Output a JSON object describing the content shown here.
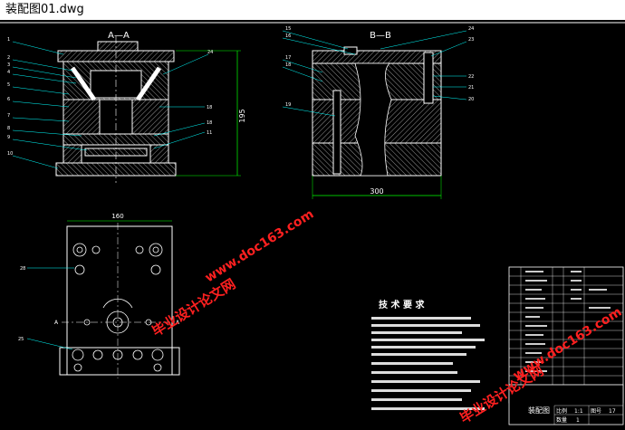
{
  "window": {
    "title": "装配图01.dwg"
  },
  "views": {
    "section_a": "A—A",
    "section_b": "B—B"
  },
  "dimensions": {
    "a_height": "195",
    "b_width": "300",
    "plan_width": "160"
  },
  "part_labels_left": [
    "1",
    "2",
    "3",
    "4",
    "5",
    "6",
    "7",
    "8",
    "9",
    "10"
  ],
  "part_labels_a_right": [
    "24",
    "18",
    "18",
    "11"
  ],
  "part_labels_b_left": [
    "15",
    "16",
    "17",
    "18",
    "19"
  ],
  "part_labels_b_right": [
    "24",
    "23",
    "22",
    "21",
    "20"
  ],
  "plan_labels": {
    "ref1": "28",
    "ref2": "25",
    "arrow_a1": "A",
    "arrow_a2": "A"
  },
  "tech_req": {
    "title": "技 术 要 求"
  },
  "title_block": {
    "drawing_name": "装配图",
    "scale_label": "比例",
    "scale_value": "1:1",
    "count_label": "数量",
    "count_value": "1",
    "sheet_label": "图号",
    "sheet_value": "17"
  },
  "watermarks": {
    "wm1": "www.doc163.com",
    "wm2": "毕业设计论文网",
    "wm3": "www.doc163.com",
    "wm4": "毕业设计论文网"
  },
  "colors": {
    "background": "#000000",
    "line_white": "#ffffff",
    "dim_green": "#00ff00",
    "leader_cyan": "#00ffff",
    "hatch_white": "#cccccc",
    "watermark_red": "#ff2020"
  }
}
